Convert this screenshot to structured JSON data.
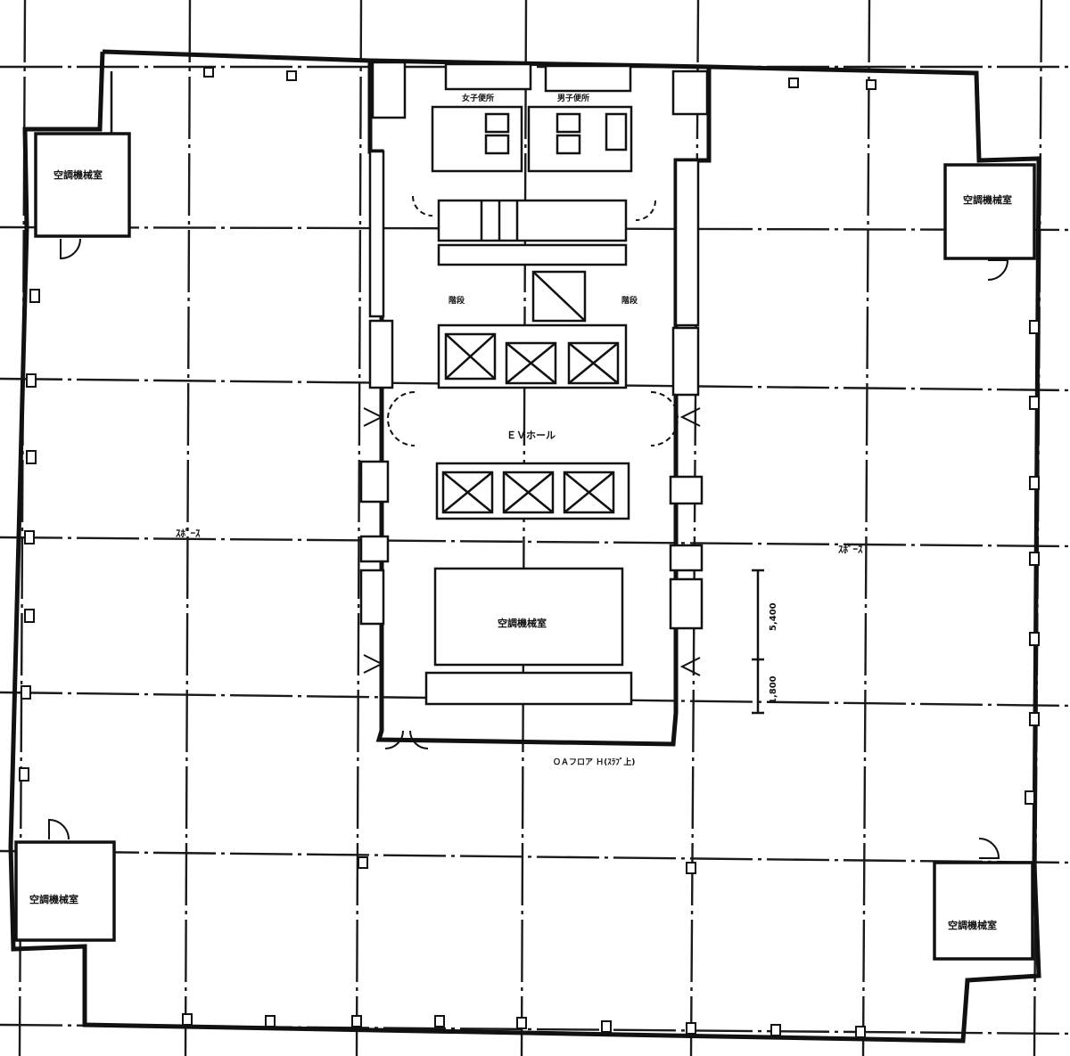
{
  "labels": {
    "office_left": "ｽﾎﾟｰｽ",
    "office_right": "ｽﾎﾟｰｽ",
    "corner_tl": "空調機械室",
    "corner_tr": "空調機械室",
    "corner_bl": "空調機械室",
    "corner_br": "空調機械室",
    "ev_hall": "ＥＶホール",
    "core_machine": "空調機械室",
    "wc_f": "女子便所",
    "wc_m": "男子便所",
    "stair_l": "階段",
    "stair_r": "階段",
    "dim_5400": "5,400",
    "dim_1800": "1,800",
    "note_floor": "ＯＡフロア Ｈ(ｽﾗﾌﾞ上)"
  }
}
